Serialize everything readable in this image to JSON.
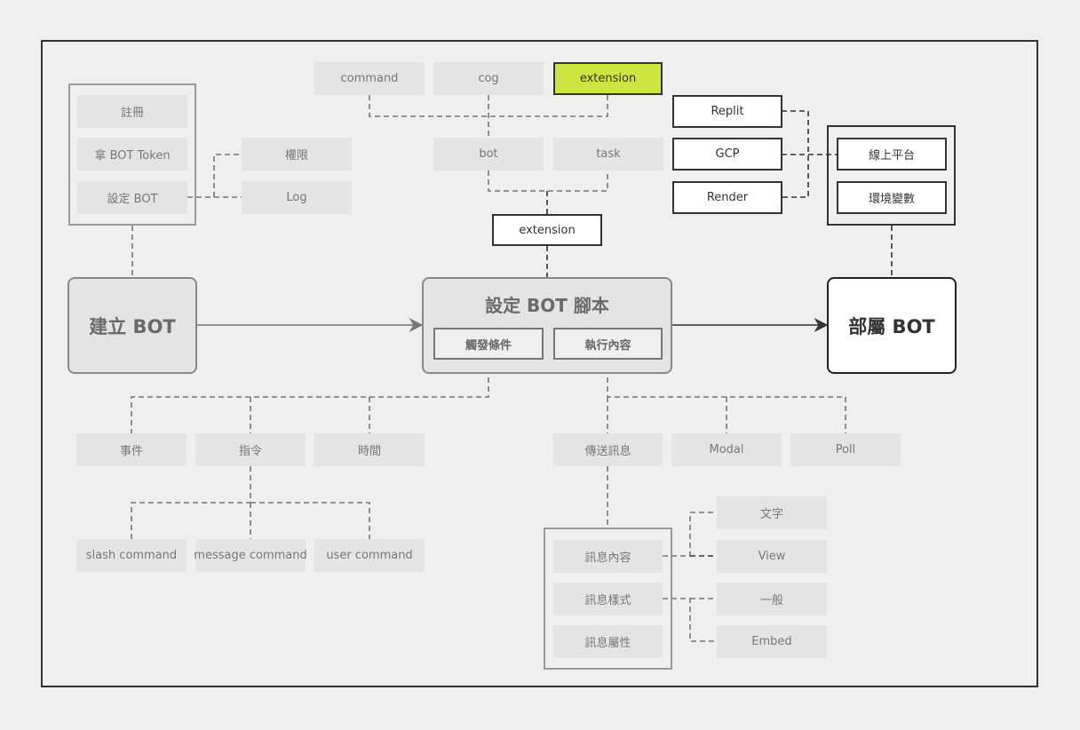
{
  "setup": {
    "register": "註冊",
    "get_token": "拿 BOT Token",
    "set_bot": "設定 BOT",
    "permissions": "權限",
    "log": "Log"
  },
  "code": {
    "command": "command",
    "cog": "cog",
    "extension_highlight": "extension",
    "bot": "bot",
    "task": "task",
    "extension": "extension"
  },
  "hosting": {
    "replit": "Replit",
    "gcp": "GCP",
    "render": "Render",
    "online_platform": "線上平台",
    "env_vars": "環境變數"
  },
  "main": {
    "create_bot": "建立 BOT",
    "script_title": "設定 BOT 腳本",
    "trigger": "觸發條件",
    "execute": "執行內容",
    "deploy_bot": "部屬 BOT"
  },
  "trigger": {
    "event": "事件",
    "command": "指令",
    "time": "時間",
    "slash_command": "slash command",
    "message_command": "message command",
    "user_command": "user command"
  },
  "execute": {
    "send_message": "傳送訊息",
    "modal": "Modal",
    "poll": "Poll",
    "msg_content": "訊息內容",
    "msg_style": "訊息樣式",
    "msg_attr": "訊息屬性",
    "text": "文字",
    "view": "View",
    "normal": "一般",
    "embed": "Embed"
  },
  "colors": {
    "background": "#efefef",
    "box_grey": "#e4e4e4",
    "highlight": "#cde63f",
    "line": "#333333"
  }
}
